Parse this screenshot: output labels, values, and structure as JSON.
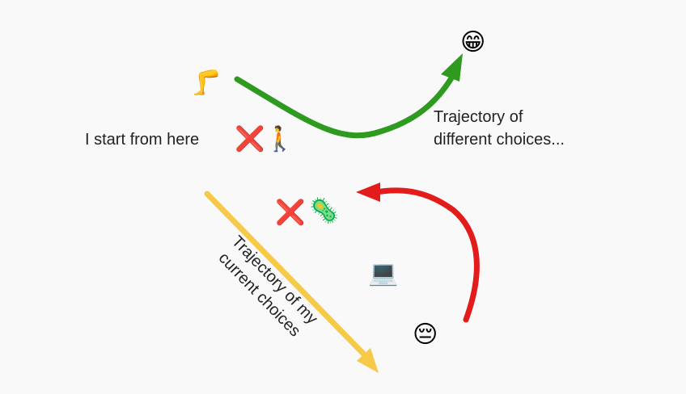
{
  "labels": {
    "start": "I start from here",
    "different_line1": "Trajectory of",
    "different_line2": "different choices...",
    "current_line1": "Trajectory of my",
    "current_line2": "current choices"
  },
  "icons": {
    "happy": "grinning-face-icon",
    "leg": "leg-icon",
    "cross_top": "cross-mark-icon",
    "walker": "person-walking-icon",
    "cross_bottom": "cross-mark-icon",
    "virus": "virus-icon",
    "laptop": "laptop-icon",
    "sad": "pensive-face-icon"
  },
  "colors": {
    "green_arrow": "#2e9a1f",
    "red_arrow": "#e31b1b",
    "yellow_arrow": "#f7c948",
    "cross": "#d9302f"
  }
}
